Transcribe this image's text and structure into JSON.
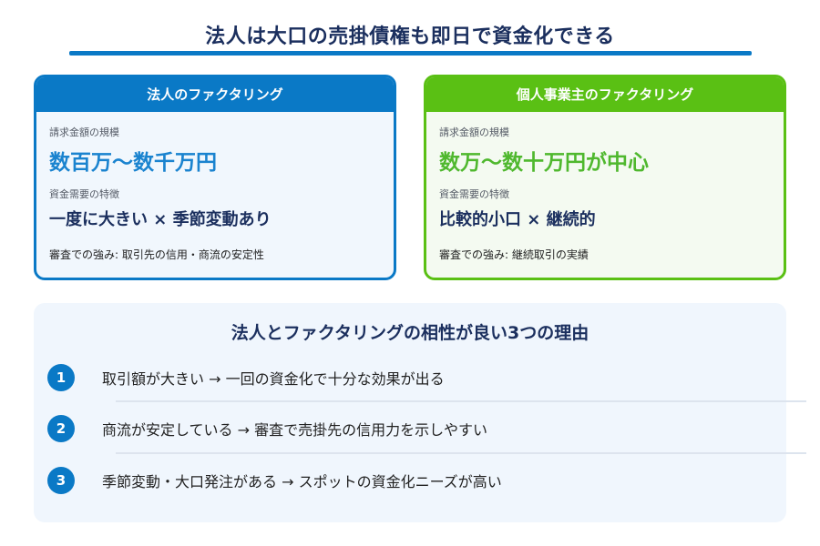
{
  "header": {
    "title": "法人は大口の売掛債権も即日で資金化できる"
  },
  "colors": {
    "corporate_accent": "#0a79c6",
    "sole_proprietor_accent": "#5ac014",
    "navy_text": "#1b2f5e",
    "panel_bg": "#f0f6fd"
  },
  "cards": [
    {
      "heading": "法人のファクタリング",
      "scale_label": "請求金額の規模",
      "scale_value": "数百万〜数千万円",
      "demand_label": "資金需要の特徴",
      "demand_value": "一度に大きい × 季節変動あり",
      "strength": "審査での強み: 取引先の信用・商流の安定性"
    },
    {
      "heading": "個人事業主のファクタリング",
      "scale_label": "請求金額の規模",
      "scale_value": "数万〜数十万円が中心",
      "demand_label": "資金需要の特徴",
      "demand_value": "比較的小口 × 継続的",
      "strength": "審査での強み: 継続取引の実績"
    }
  ],
  "reasons": {
    "title": "法人とファクタリングの相性が良い3つの理由",
    "items": [
      {
        "number": "1",
        "text": "取引額が大きい → 一回の資金化で十分な効果が出る"
      },
      {
        "number": "2",
        "text": "商流が安定している → 審査で売掛先の信用力を示しやすい"
      },
      {
        "number": "3",
        "text": "季節変動・大口発注がある → スポットの資金化ニーズが高い"
      }
    ]
  }
}
